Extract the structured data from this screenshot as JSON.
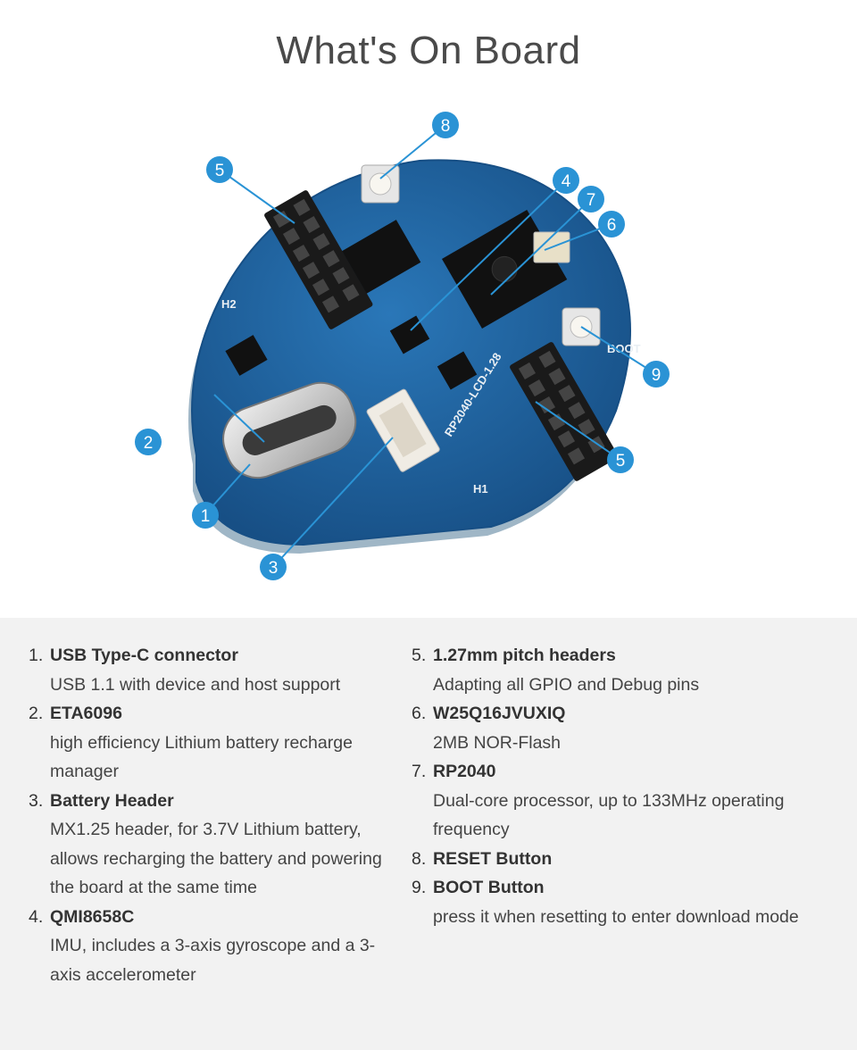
{
  "title": "What's On Board",
  "board": {
    "silkscreen": {
      "model": "RP2040-LCD-1.28",
      "h1": "H1",
      "h2": "H2",
      "boot": "BOOT"
    },
    "callout_color": "#2a93d5",
    "pcb_color": "#1f5f99"
  },
  "callouts": [
    "1",
    "2",
    "3",
    "4",
    "5",
    "6",
    "7",
    "8",
    "9",
    "5"
  ],
  "items_left": [
    {
      "num": "1.",
      "title": "USB Type-C connector",
      "desc": "USB 1.1 with device and host support"
    },
    {
      "num": "2.",
      "title": "ETA6096",
      "desc": "high efficiency Lithium battery recharge manager"
    },
    {
      "num": "3.",
      "title": "Battery Header",
      "desc": "MX1.25 header, for 3.7V Lithium battery, allows recharging the battery and powering the board at the same time"
    },
    {
      "num": "4.",
      "title": "QMI8658C",
      "desc": "IMU, includes a 3-axis gyroscope and a 3-axis accelerometer"
    }
  ],
  "items_right": [
    {
      "num": "5.",
      "title": "1.27mm pitch headers",
      "desc": "Adapting all GPIO and Debug pins"
    },
    {
      "num": "6.",
      "title": "W25Q16JVUXIQ",
      "desc": "2MB NOR-Flash"
    },
    {
      "num": "7.",
      "title": "RP2040",
      "desc": "Dual-core processor, up to 133MHz operating frequency"
    },
    {
      "num": "8.",
      "title": "RESET Button",
      "desc": ""
    },
    {
      "num": "9.",
      "title": "BOOT Button",
      "desc": "press it when resetting to enter download mode"
    }
  ]
}
